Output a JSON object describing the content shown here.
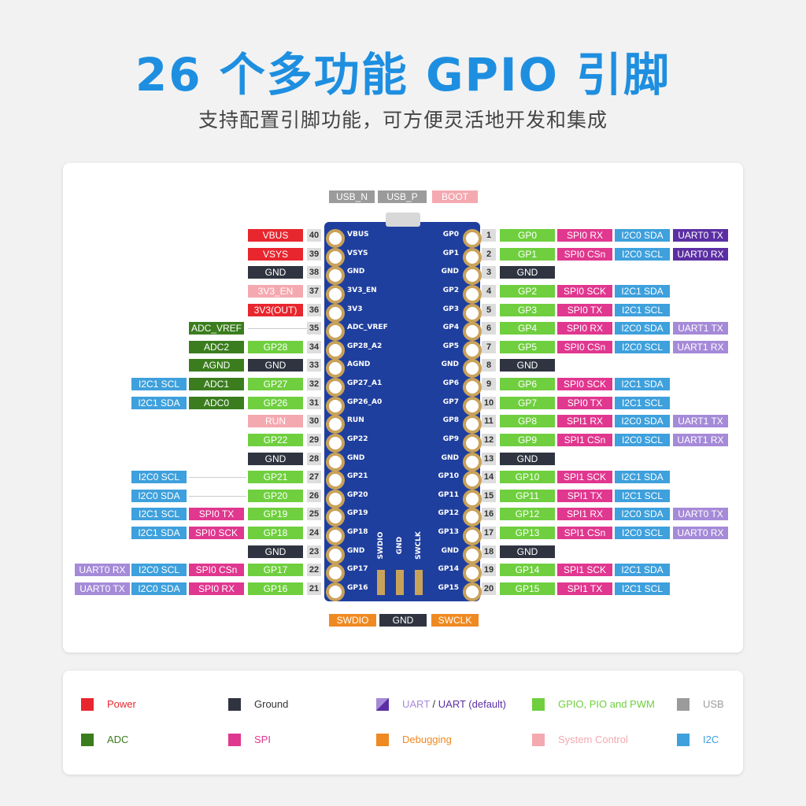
{
  "header": {
    "title": "26 个多功能 GPIO 引脚",
    "subtitle": "支持配置引脚功能，可方便灵活地开发和集成"
  },
  "colors": {
    "power": "#e8262e",
    "ground": "#2f3440",
    "sysctl": "#f4a9b0",
    "adc": "#3b7d1e",
    "gpio": "#6fcf3f",
    "i2c": "#3ea0dc",
    "spi": "#e0378f",
    "uart": "#a58ad8",
    "uartd": "#5b2fa3",
    "debug": "#ef8a22",
    "usb": "#9b9b9b"
  },
  "top_labels": [
    {
      "text": "USB_N",
      "type": "usb"
    },
    {
      "text": "USB_P",
      "type": "usb"
    },
    {
      "text": "BOOT",
      "type": "sysctl"
    }
  ],
  "bottom_labels": [
    {
      "text": "SWDIO",
      "type": "debug"
    },
    {
      "text": "GND",
      "type": "ground"
    },
    {
      "text": "SWCLK",
      "type": "debug"
    }
  ],
  "board_debug": [
    "SWDIO",
    "GND",
    "SWCLK"
  ],
  "left": [
    {
      "num": "40",
      "board": "VBUS",
      "cells": [
        {
          "text": "VBUS",
          "type": "power"
        }
      ]
    },
    {
      "num": "39",
      "board": "VSYS",
      "cells": [
        {
          "text": "VSYS",
          "type": "power"
        }
      ]
    },
    {
      "num": "38",
      "board": "GND",
      "cells": [
        {
          "text": "GND",
          "type": "ground"
        }
      ]
    },
    {
      "num": "37",
      "board": "3V3_EN",
      "cells": [
        {
          "text": "3V3_EN",
          "type": "sysctl"
        }
      ]
    },
    {
      "num": "36",
      "board": "3V3",
      "cells": [
        {
          "text": "3V3(OUT)",
          "type": "power"
        }
      ]
    },
    {
      "num": "35",
      "board": "ADC_VREF",
      "cells": [
        null,
        {
          "text": "ADC_VREF",
          "type": "adc"
        }
      ]
    },
    {
      "num": "34",
      "board": "GP28_A2",
      "cells": [
        {
          "text": "GP28",
          "type": "gpio"
        },
        {
          "text": "ADC2",
          "type": "adc"
        }
      ]
    },
    {
      "num": "33",
      "board": "AGND",
      "cells": [
        {
          "text": "GND",
          "type": "ground"
        },
        {
          "text": "AGND",
          "type": "adc"
        }
      ]
    },
    {
      "num": "32",
      "board": "GP27_A1",
      "cells": [
        {
          "text": "GP27",
          "type": "gpio"
        },
        {
          "text": "ADC1",
          "type": "adc"
        },
        {
          "text": "I2C1 SCL",
          "type": "i2c"
        }
      ]
    },
    {
      "num": "31",
      "board": "GP26_A0",
      "cells": [
        {
          "text": "GP26",
          "type": "gpio"
        },
        {
          "text": "ADC0",
          "type": "adc"
        },
        {
          "text": "I2C1 SDA",
          "type": "i2c"
        }
      ]
    },
    {
      "num": "30",
      "board": "RUN",
      "cells": [
        {
          "text": "RUN",
          "type": "sysctl"
        }
      ]
    },
    {
      "num": "29",
      "board": "GP22",
      "cells": [
        {
          "text": "GP22",
          "type": "gpio"
        }
      ]
    },
    {
      "num": "28",
      "board": "GND",
      "cells": [
        {
          "text": "GND",
          "type": "ground"
        }
      ]
    },
    {
      "num": "27",
      "board": "GP21",
      "cells": [
        {
          "text": "GP21",
          "type": "gpio"
        },
        null,
        {
          "text": "I2C0 SCL",
          "type": "i2c"
        }
      ]
    },
    {
      "num": "26",
      "board": "GP20",
      "cells": [
        {
          "text": "GP20",
          "type": "gpio"
        },
        null,
        {
          "text": "I2C0 SDA",
          "type": "i2c"
        }
      ]
    },
    {
      "num": "25",
      "board": "GP19",
      "cells": [
        {
          "text": "GP19",
          "type": "gpio"
        },
        {
          "text": "SPI0 TX",
          "type": "spi"
        },
        {
          "text": "I2C1 SCL",
          "type": "i2c"
        }
      ]
    },
    {
      "num": "24",
      "board": "GP18",
      "cells": [
        {
          "text": "GP18",
          "type": "gpio"
        },
        {
          "text": "SPI0 SCK",
          "type": "spi"
        },
        {
          "text": "I2C1 SDA",
          "type": "i2c"
        }
      ]
    },
    {
      "num": "23",
      "board": "GND",
      "cells": [
        {
          "text": "GND",
          "type": "ground"
        }
      ]
    },
    {
      "num": "22",
      "board": "GP17",
      "cells": [
        {
          "text": "GP17",
          "type": "gpio"
        },
        {
          "text": "SPI0 CSn",
          "type": "spi"
        },
        {
          "text": "I2C0 SCL",
          "type": "i2c"
        },
        {
          "text": "UART0 RX",
          "type": "uart"
        }
      ]
    },
    {
      "num": "21",
      "board": "GP16",
      "cells": [
        {
          "text": "GP16",
          "type": "gpio"
        },
        {
          "text": "SPI0 RX",
          "type": "spi"
        },
        {
          "text": "I2C0 SDA",
          "type": "i2c"
        },
        {
          "text": "UART0 TX",
          "type": "uart"
        }
      ]
    }
  ],
  "right": [
    {
      "num": "1",
      "board": "GP0",
      "cells": [
        {
          "text": "GP0",
          "type": "gpio"
        },
        {
          "text": "SPI0 RX",
          "type": "spi"
        },
        {
          "text": "I2C0 SDA",
          "type": "i2c"
        },
        {
          "text": "UART0 TX",
          "type": "uartd"
        }
      ]
    },
    {
      "num": "2",
      "board": "GP1",
      "cells": [
        {
          "text": "GP1",
          "type": "gpio"
        },
        {
          "text": "SPI0 CSn",
          "type": "spi"
        },
        {
          "text": "I2C0 SCL",
          "type": "i2c"
        },
        {
          "text": "UART0 RX",
          "type": "uartd"
        }
      ]
    },
    {
      "num": "3",
      "board": "GND",
      "cells": [
        {
          "text": "GND",
          "type": "ground"
        }
      ]
    },
    {
      "num": "4",
      "board": "GP2",
      "cells": [
        {
          "text": "GP2",
          "type": "gpio"
        },
        {
          "text": "SPI0 SCK",
          "type": "spi"
        },
        {
          "text": "I2C1 SDA",
          "type": "i2c"
        }
      ]
    },
    {
      "num": "5",
      "board": "GP3",
      "cells": [
        {
          "text": "GP3",
          "type": "gpio"
        },
        {
          "text": "SPI0 TX",
          "type": "spi"
        },
        {
          "text": "I2C1 SCL",
          "type": "i2c"
        }
      ]
    },
    {
      "num": "6",
      "board": "GP4",
      "cells": [
        {
          "text": "GP4",
          "type": "gpio"
        },
        {
          "text": "SPI0 RX",
          "type": "spi"
        },
        {
          "text": "I2C0 SDA",
          "type": "i2c"
        },
        {
          "text": "UART1 TX",
          "type": "uart"
        }
      ]
    },
    {
      "num": "7",
      "board": "GP5",
      "cells": [
        {
          "text": "GP5",
          "type": "gpio"
        },
        {
          "text": "SPI0 CSn",
          "type": "spi"
        },
        {
          "text": "I2C0 SCL",
          "type": "i2c"
        },
        {
          "text": "UART1 RX",
          "type": "uart"
        }
      ]
    },
    {
      "num": "8",
      "board": "GND",
      "cells": [
        {
          "text": "GND",
          "type": "ground"
        }
      ]
    },
    {
      "num": "9",
      "board": "GP6",
      "cells": [
        {
          "text": "GP6",
          "type": "gpio"
        },
        {
          "text": "SPI0 SCK",
          "type": "spi"
        },
        {
          "text": "I2C1 SDA",
          "type": "i2c"
        }
      ]
    },
    {
      "num": "10",
      "board": "GP7",
      "cells": [
        {
          "text": "GP7",
          "type": "gpio"
        },
        {
          "text": "SPI0 TX",
          "type": "spi"
        },
        {
          "text": "I2C1 SCL",
          "type": "i2c"
        }
      ]
    },
    {
      "num": "11",
      "board": "GP8",
      "cells": [
        {
          "text": "GP8",
          "type": "gpio"
        },
        {
          "text": "SPI1 RX",
          "type": "spi"
        },
        {
          "text": "I2C0 SDA",
          "type": "i2c"
        },
        {
          "text": "UART1 TX",
          "type": "uart"
        }
      ]
    },
    {
      "num": "12",
      "board": "GP9",
      "cells": [
        {
          "text": "GP9",
          "type": "gpio"
        },
        {
          "text": "SPI1 CSn",
          "type": "spi"
        },
        {
          "text": "I2C0 SCL",
          "type": "i2c"
        },
        {
          "text": "UART1 RX",
          "type": "uart"
        }
      ]
    },
    {
      "num": "13",
      "board": "GND",
      "cells": [
        {
          "text": "GND",
          "type": "ground"
        }
      ]
    },
    {
      "num": "14",
      "board": "GP10",
      "cells": [
        {
          "text": "GP10",
          "type": "gpio"
        },
        {
          "text": "SPI1 SCK",
          "type": "spi"
        },
        {
          "text": "I2C1 SDA",
          "type": "i2c"
        }
      ]
    },
    {
      "num": "15",
      "board": "GP11",
      "cells": [
        {
          "text": "GP11",
          "type": "gpio"
        },
        {
          "text": "SPI1 TX",
          "type": "spi"
        },
        {
          "text": "I2C1 SCL",
          "type": "i2c"
        }
      ]
    },
    {
      "num": "16",
      "board": "GP12",
      "cells": [
        {
          "text": "GP12",
          "type": "gpio"
        },
        {
          "text": "SPI1 RX",
          "type": "spi"
        },
        {
          "text": "I2C0 SDA",
          "type": "i2c"
        },
        {
          "text": "UART0 TX",
          "type": "uart"
        }
      ]
    },
    {
      "num": "17",
      "board": "GP13",
      "cells": [
        {
          "text": "GP13",
          "type": "gpio"
        },
        {
          "text": "SPI1 CSn",
          "type": "spi"
        },
        {
          "text": "I2C0 SCL",
          "type": "i2c"
        },
        {
          "text": "UART0 RX",
          "type": "uart"
        }
      ]
    },
    {
      "num": "18",
      "board": "GND",
      "cells": [
        {
          "text": "GND",
          "type": "ground"
        }
      ]
    },
    {
      "num": "19",
      "board": "GP14",
      "cells": [
        {
          "text": "GP14",
          "type": "gpio"
        },
        {
          "text": "SPI1 SCK",
          "type": "spi"
        },
        {
          "text": "I2C1 SDA",
          "type": "i2c"
        }
      ]
    },
    {
      "num": "20",
      "board": "GP15",
      "cells": [
        {
          "text": "GP15",
          "type": "gpio"
        },
        {
          "text": "SPI1 TX",
          "type": "spi"
        },
        {
          "text": "I2C1 SCL",
          "type": "i2c"
        }
      ]
    }
  ],
  "legend": [
    {
      "label": "Power",
      "type": "power"
    },
    {
      "label": "Ground",
      "type": "ground"
    },
    {
      "label": "UART",
      "label2": " / ",
      "label3": "UART (default)",
      "type": "uart"
    },
    {
      "label": "GPIO, PIO and PWM",
      "type": "gpio"
    },
    {
      "label": "USB",
      "type": "usb"
    },
    {
      "label": "ADC",
      "type": "adc"
    },
    {
      "label": "SPI",
      "type": "spi"
    },
    {
      "label": "Debugging",
      "type": "debug"
    },
    {
      "label": "System Control",
      "type": "sysctl"
    },
    {
      "label": "I2C",
      "type": "i2c"
    }
  ]
}
